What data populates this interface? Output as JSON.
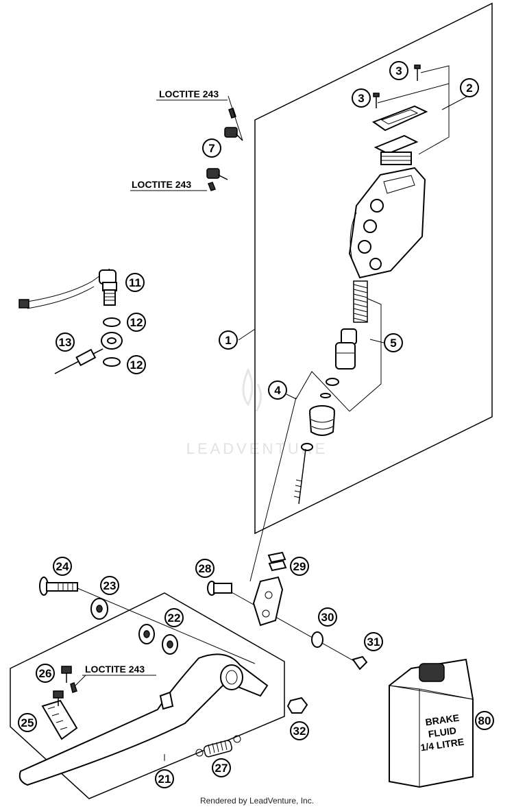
{
  "callouts": {
    "c1": "1",
    "c2": "2",
    "c3a": "3",
    "c3b": "3",
    "c4": "4",
    "c5": "5",
    "c7": "7",
    "c11": "11",
    "c12a": "12",
    "c12b": "12",
    "c13": "13",
    "c21": "21",
    "c22": "22",
    "c23": "23",
    "c24": "24",
    "c25": "25",
    "c26": "26",
    "c27": "27",
    "c28": "28",
    "c29": "29",
    "c30": "30",
    "c31": "31",
    "c32": "32",
    "c80": "80"
  },
  "labels": {
    "loctite_top": "LOCTITE 243",
    "loctite_mid": "LOCTITE 243",
    "loctite_pedal": "LOCTITE 243"
  },
  "fluid_can": {
    "line1": "BRAKE",
    "line2": "FLUID",
    "line3": "1/4 LITRE"
  },
  "watermark": "LEADVENTURE",
  "footer": "Rendered by LeadVenture, Inc."
}
